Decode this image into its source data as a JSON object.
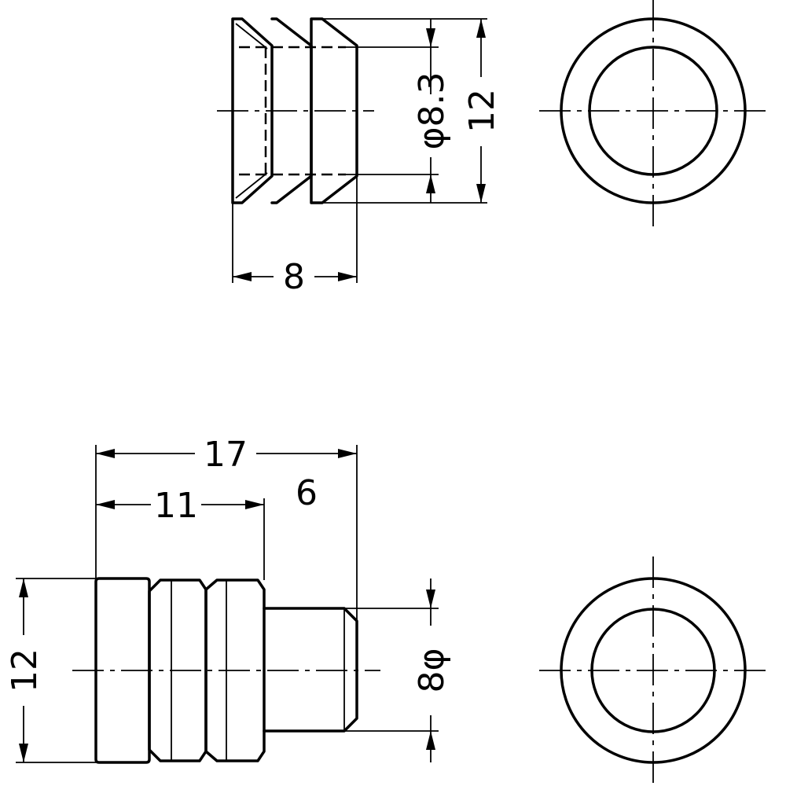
{
  "dimensions": {
    "top_dia_inner": "φ8.3",
    "top_dia_outer": "12",
    "top_width": "8",
    "bottom_total_length": "17",
    "bottom_body_length": "11",
    "bottom_stem_length": "6",
    "bottom_height": "12",
    "bottom_stem_dia": "8φ"
  }
}
